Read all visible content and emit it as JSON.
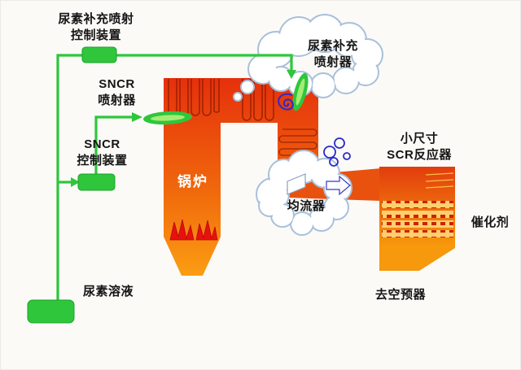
{
  "diagram": {
    "labels": {
      "urea_supplement_control": "尿素补充喷射\n控制装置",
      "sncr_injector": "SNCR\n喷射器",
      "sncr_control": "SNCR\n控制装置",
      "boiler": "锅炉",
      "urea_supplement_injector": "尿素补充\n喷射器",
      "scr_reactor": "小尺寸\nSCR反应器",
      "flow_equalizer": "均流器",
      "catalyst": "催化剂",
      "to_air_preheater": "去空预器",
      "urea_solution": "尿素溶液"
    },
    "colors": {
      "line_green": "#2fc63c",
      "boiler_top": "#e5300c",
      "boiler_bottom": "#fb9d12",
      "cloud_outline": "#a9c0da",
      "ink_blue": "#2a2acc",
      "catalyst_dash": "#cc2200",
      "flame_red": "#e81010",
      "tube_dark_red": "#8b1a00"
    }
  }
}
